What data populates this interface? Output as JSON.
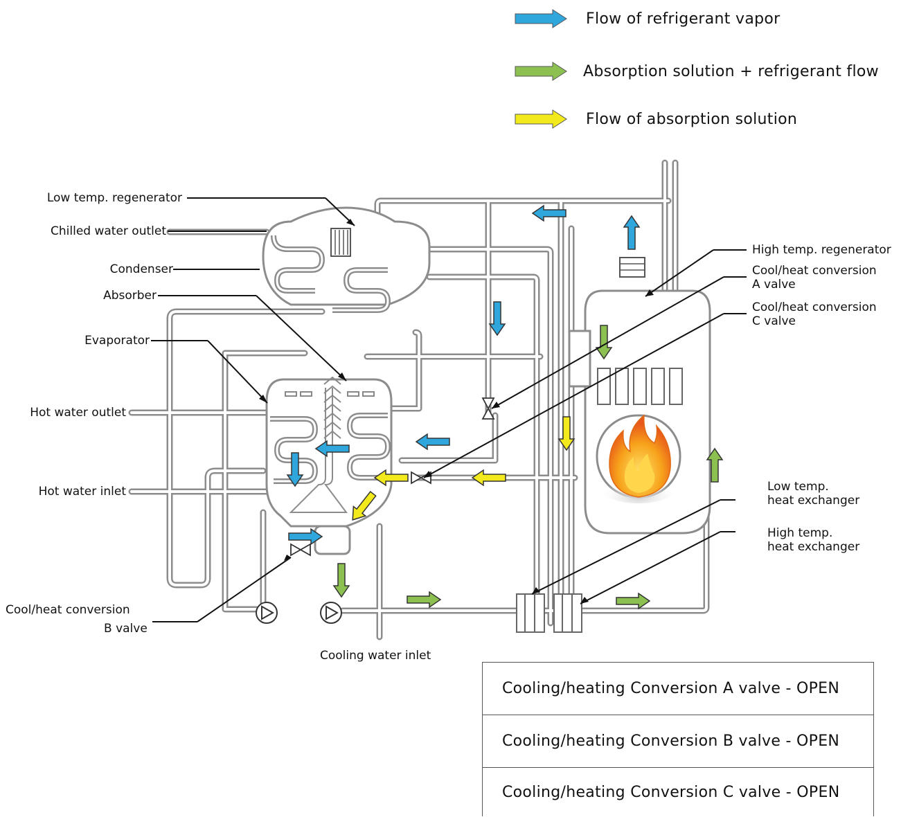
{
  "legend": [
    {
      "label": "Flow of refrigerant vapor",
      "color": "#2fa7dc"
    },
    {
      "label": "Absorption solution + refrigerant flow",
      "color": "#8cc152"
    },
    {
      "label": "Flow of absorption solution",
      "color": "#f2ea1c"
    }
  ],
  "labels": {
    "low_temp_regenerator": "Low temp. regenerator",
    "chilled_water_outlet": "Chilled water outlet",
    "condenser": "Condenser",
    "absorber": "Absorber",
    "evaporator": "Evaporator",
    "hot_water_outlet": "Hot water outlet",
    "hot_water_inlet": "Hot water inlet",
    "valve_b_line1": "Cool/heat conversion",
    "valve_b_line2": "B valve",
    "cooling_water_inlet": "Cooling water inlet",
    "high_temp_regenerator": "High temp. regenerator",
    "valve_a_line1": "Cool/heat conversion",
    "valve_a_line2": "A valve",
    "valve_c_line1": "Cool/heat conversion",
    "valve_c_line2": "C valve",
    "low_hx_line1": "Low temp.",
    "low_hx_line2": "heat exchanger",
    "high_hx_line1": "High temp.",
    "high_hx_line2": "heat exchanger"
  },
  "valve_status": [
    "Cooling/heating  Conversion A valve - OPEN",
    "Cooling/heating  Conversion B valve - OPEN",
    "Cooling/heating  Conversion C valve - OPEN"
  ],
  "colors": {
    "pipe": "#8c8c8c",
    "blue_arrow": "#2fa7dc",
    "green_arrow": "#8cc152",
    "yellow_arrow": "#f2ea1c",
    "flame_outer": "#f39a1e",
    "flame_inner": "#ffd24a"
  },
  "icons": [
    "arrow-right-icon",
    "arrow-left-icon",
    "arrow-up-icon",
    "arrow-down-icon",
    "valve-icon",
    "pump-icon",
    "flame-icon"
  ]
}
